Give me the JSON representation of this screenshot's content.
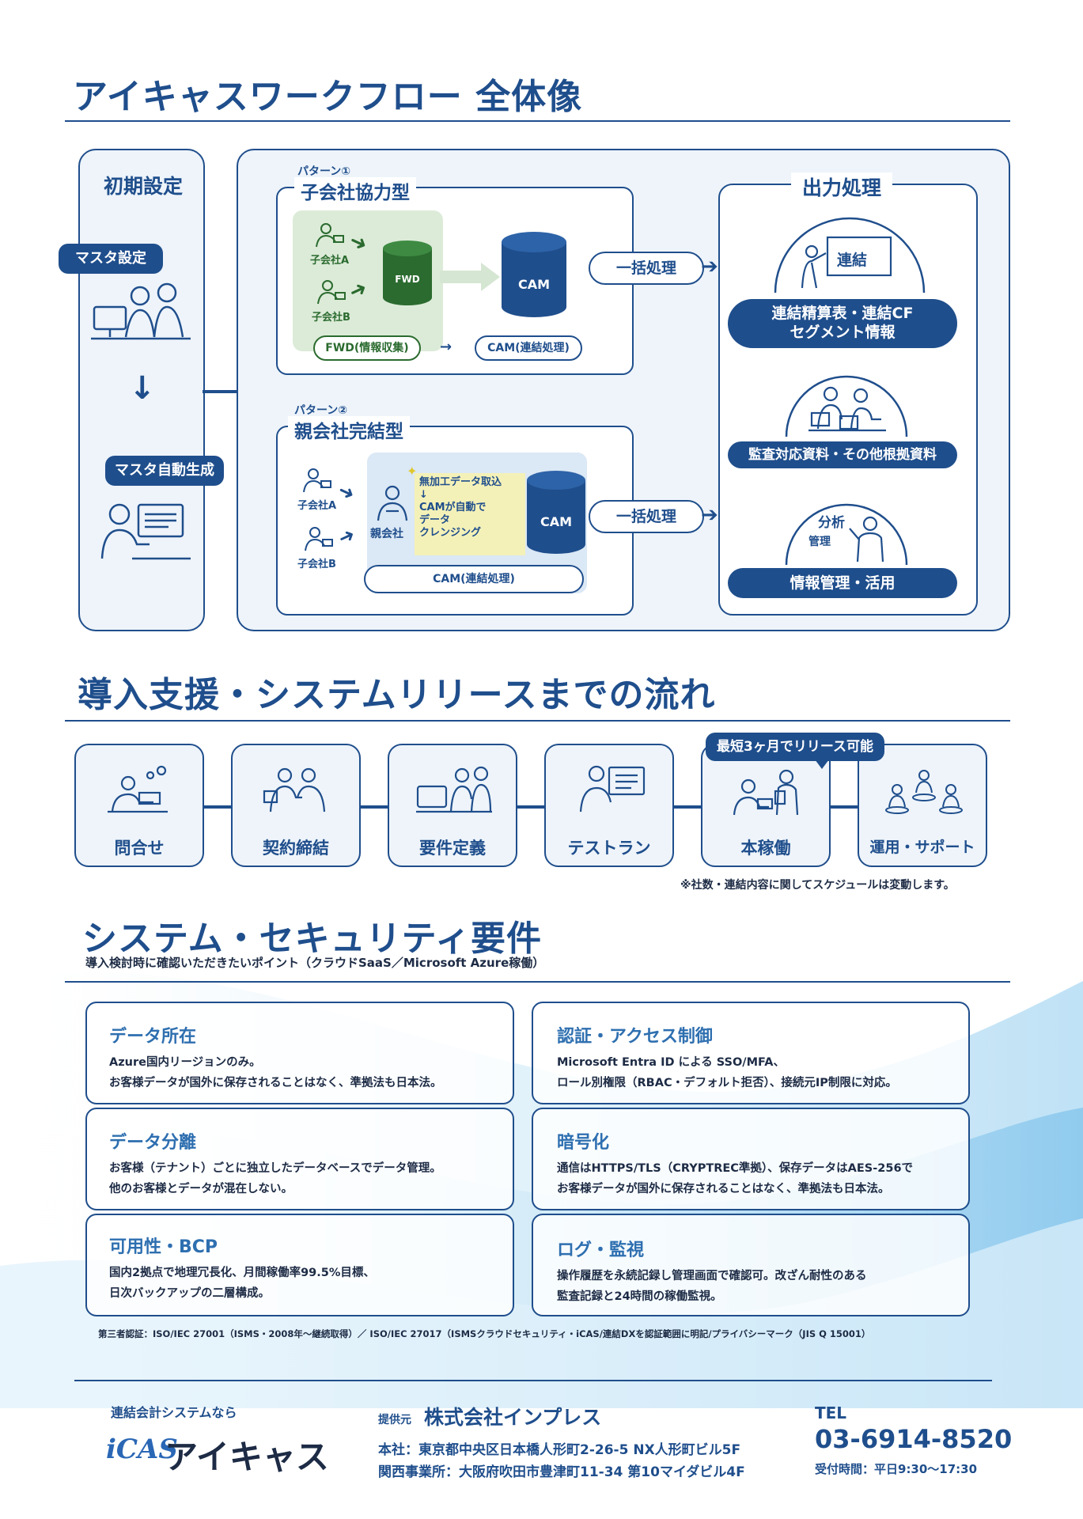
{
  "workflow": {
    "title": "アイキャスワークフロー 全体像",
    "initial": {
      "title": "初期設定",
      "master_setting": "マスタ設定",
      "master_auto": "マスタ自動生成"
    },
    "pattern1": {
      "tag": "パターン①",
      "title": "子会社協力型",
      "sub_a": "子会社A",
      "sub_b": "子会社B",
      "fwd": "FWD",
      "cam": "CAM",
      "fwd_label": "FWD(情報収集)",
      "cam_label": "CAM(連結処理)",
      "batch": "一括処理"
    },
    "pattern2": {
      "tag": "パターン②",
      "title": "親会社完結型",
      "sub_a": "子会社A",
      "sub_b": "子会社B",
      "parent": "親会社",
      "note_line1": "無加工データ取込",
      "note_arrow": "↓",
      "note_line2": "CAMが自動で",
      "note_line3": "データ",
      "note_line4": "クレンジング",
      "cam": "CAM",
      "cam_label": "CAM(連結処理)",
      "batch": "一括処理"
    },
    "output": {
      "title": "出力処理",
      "renketsu": "連結",
      "item1_line1": "連結精算表・連結CF",
      "item1_line2": "セグメント情報",
      "item2": "監査対応資料・その他根拠資料",
      "bunseki": "分析",
      "kanri": "管理",
      "item3": "情報管理・活用"
    }
  },
  "flow": {
    "title": "導入支援・システムリリースまでの流れ",
    "callout": "最短3ヶ月でリリース可能",
    "steps": [
      "問合せ",
      "契約締結",
      "要件定義",
      "テストラン",
      "本稼働",
      "運用・サポート"
    ],
    "note": "※社数・連結内容に関してスケジュールは変動します。"
  },
  "security": {
    "title": "システム・セキュリティ要件",
    "subtitle": "導入検討時に確認いただきたいポイント（クラウドSaaS／Microsoft Azure稼働）",
    "cards": [
      {
        "title": "データ所在",
        "line1": "Azure国内リージョンのみ。",
        "line2": "お客様データが国外に保存されることはなく、準拠法も日本法。"
      },
      {
        "title": "認証・アクセス制御",
        "line1": "Microsoft Entra ID による SSO/MFA、",
        "line2": "ロール別権限（RBAC・デフォルト拒否）、接続元IP制限に対応。"
      },
      {
        "title": "データ分離",
        "line1": "お客様（テナント）ごとに独立したデータベースでデータ管理。",
        "line2": "他のお客様とデータが混在しない。"
      },
      {
        "title": "暗号化",
        "line1": "通信はHTTPS/TLS（CRYPTREC準拠）、保存データはAES-256で",
        "line2": "お客様データが国外に保存されることはなく、準拠法も日本法。"
      },
      {
        "title": "可用性・BCP",
        "line1": "国内2拠点で地理冗長化、月間稼働率99.5%目標、",
        "line2": "日次バックアップの二層構成。"
      },
      {
        "title": "ログ・監視",
        "line1": "操作履歴を永続記録し管理画面で確認可。改ざん耐性のある",
        "line2": "監査記録と24時間の稼働監視。"
      }
    ],
    "cert": "第三者認証：ISO/IEC 27001（ISMS・2008年〜継続取得）／ ISO/IEC 27017（ISMSクラウドセキュリティ・iCAS/連結DXを認証範囲に明記/プライバシーマーク（JIS Q 15001）"
  },
  "footer": {
    "tagline": "連結会計システムなら",
    "logo_mark": "iCAS",
    "logo_text": "アイキャス",
    "provider_label": "提供元",
    "provider": "株式会社インプレス",
    "office1": "本社：東京都中央区日本橋人形町2-26-5 NX人形町ビル5F",
    "office2": "関西事業所：大阪府吹田市豊津町11-34 第10マイダビル4F",
    "tel_label": "TEL",
    "tel": "03-6914-8520",
    "hours": "受付時間：平日9:30〜17:30"
  },
  "colors": {
    "navy": "#1f4e8c",
    "light_blue_bg": "#eef4fa",
    "green": "#2b6b2f",
    "green_bg": "#dcebd8",
    "yellow_note": "#f4f1b8"
  }
}
